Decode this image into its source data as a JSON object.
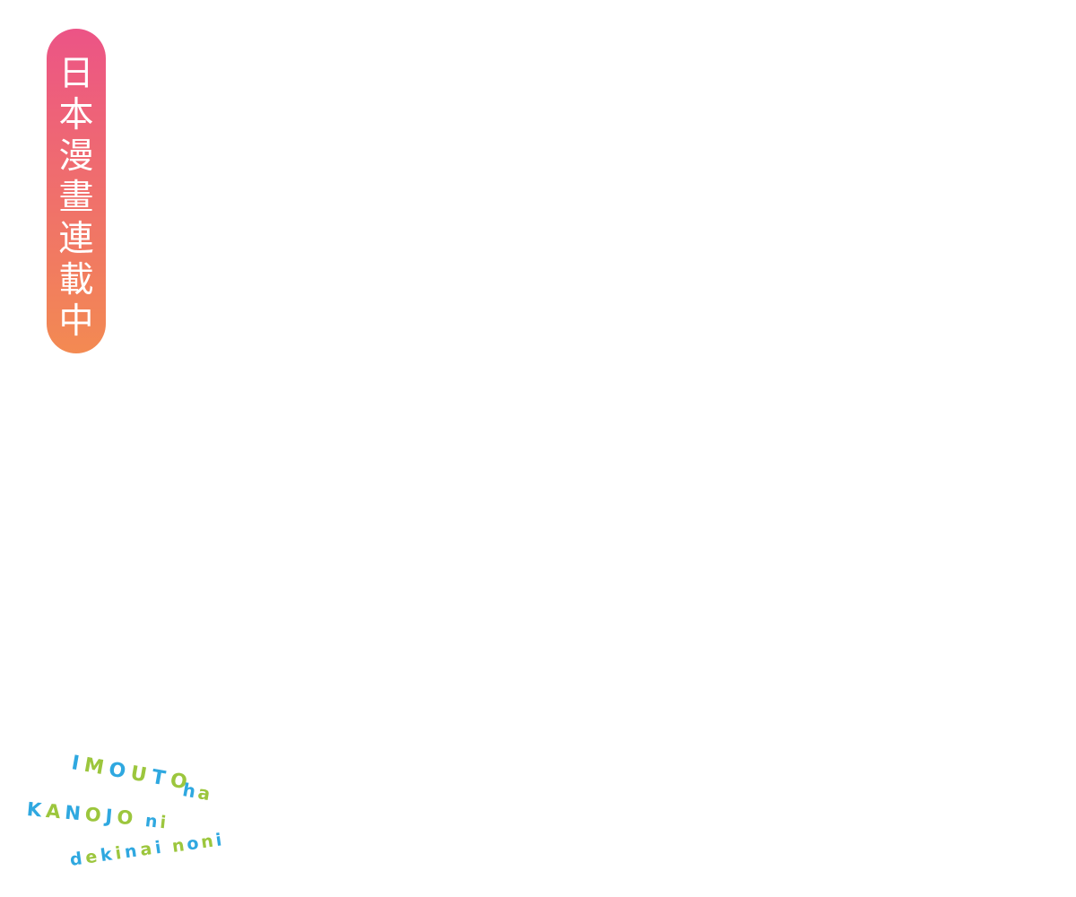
{
  "badge": {
    "characters": [
      "日",
      "本",
      "漫",
      "畫",
      "連",
      "載",
      "中"
    ],
    "gradient_top": "#ec5486",
    "gradient_bottom": "#f38a52"
  },
  "logo": {
    "colors": [
      "#2fa8e0",
      "#9cc63d"
    ],
    "lines": [
      {
        "words": [
          "IMOUTO",
          "ha"
        ]
      },
      {
        "words": [
          "KANOJO",
          "ni"
        ]
      },
      {
        "words": [
          "dekinai",
          "noni"
        ]
      }
    ]
  }
}
